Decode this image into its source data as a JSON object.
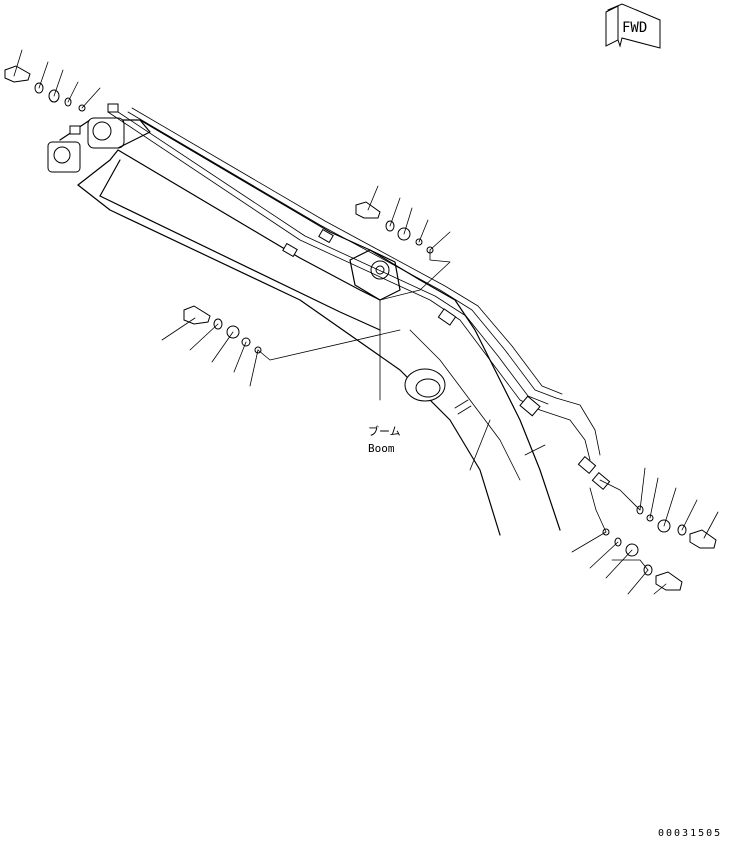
{
  "fwd_label": "FWD",
  "boom_label_jp": "ブーム",
  "boom_label_en": "Boom",
  "drawing_number": "00031505"
}
